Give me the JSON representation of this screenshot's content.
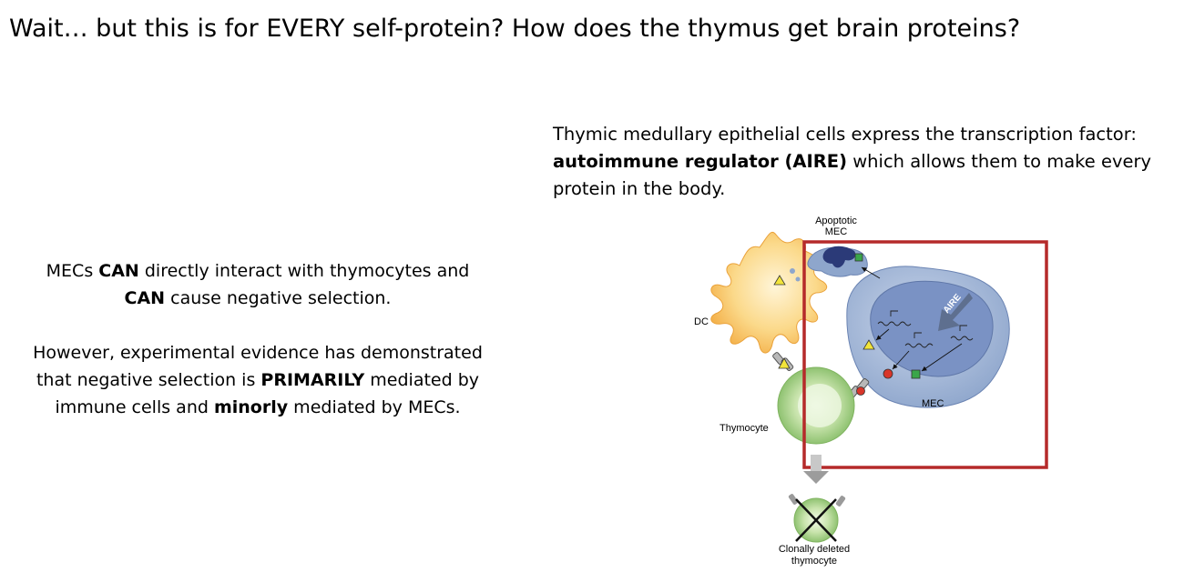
{
  "slide": {
    "title": "Wait… but this is for EVERY self-protein? How does the thymus get brain proteins?"
  },
  "left_text": {
    "p1": {
      "t1": "MECs ",
      "b1": "CAN",
      "t2": " directly interact with thymocytes and ",
      "b2": "CAN",
      "t3": " cause negative selection."
    },
    "p2": {
      "t1": "However, experimental evidence has demonstrated that negative selection is ",
      "b1": "PRIMARILY",
      "t2": " mediated by immune cells and ",
      "b2": "minorly",
      "t3": " mediated by MECs."
    }
  },
  "right_text": {
    "t1": "Thymic medullary epithelial cells express the transcription factor: ",
    "b1": "autoimmune regulator (AIRE)",
    "t2": " which allows them to make every protein in the body."
  },
  "diagram": {
    "labels": {
      "apoptotic_line1": "Apoptotic",
      "apoptotic_line2": "MEC",
      "dc": "DC",
      "aire": "AIRE",
      "mec": "MEC",
      "thymocyte": "Thymocyte",
      "deleted_line1": "Clonally deleted",
      "deleted_line2": "thymocyte"
    },
    "colors": {
      "highlight_box": "#b52a2a",
      "dc_cell": "#f4b24c",
      "mec_cell": "#8ea6cc",
      "mec_nucleus": "#7a92c4",
      "thymocyte": "#8fc271",
      "apoptotic_mec": "#2b3a78",
      "antigen_triangle": "#f2e43a",
      "antigen_circle": "#d8362a",
      "antigen_square": "#3aa64a"
    }
  }
}
